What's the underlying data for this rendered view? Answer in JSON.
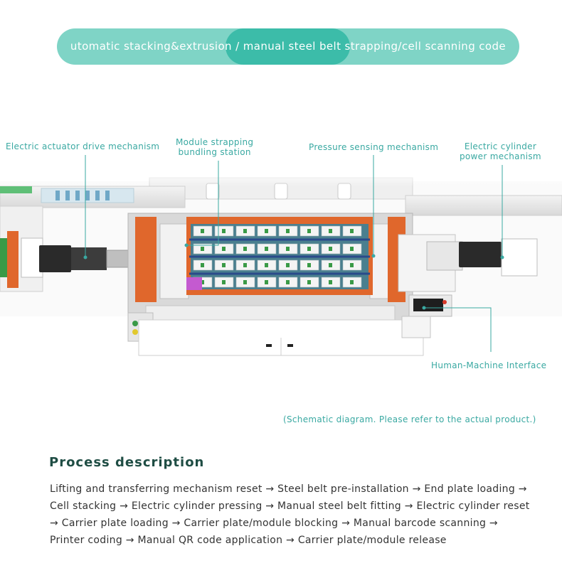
{
  "header": {
    "title": "utomatic stacking&extrusion / manual steel belt strapping/cell scanning code"
  },
  "callouts": [
    {
      "id": "actuator",
      "lines": [
        "Electric actuator drive mechanism"
      ]
    },
    {
      "id": "strapping",
      "lines": [
        "Module strapping",
        "bundling station"
      ]
    },
    {
      "id": "pressure",
      "lines": [
        "Pressure sensing mechanism"
      ]
    },
    {
      "id": "cylinder",
      "lines": [
        "Electric cylinder",
        "power mechanism"
      ]
    },
    {
      "id": "hmi",
      "lines": [
        "Human-Machine Interface"
      ]
    }
  ],
  "note": "(Schematic diagram. Please refer to the actual product.)",
  "process": {
    "heading": "Process description",
    "text": " Lifting and transferring mechanism reset → Steel belt pre-installation → End plate loading → Cell stacking → Electric cylinder pressing → Manual steel belt fitting → Electric cylinder reset → Carrier plate loading → Carrier plate/module blocking → Manual barcode scanning → Printer coding → Manual QR code application → Carrier plate/module release"
  },
  "colors": {
    "accent": "#3aa9a2",
    "pill": "#7fd4c6",
    "pill_highlight": "#3cbca9",
    "heading": "#1f4d44",
    "frame_orange": "#e0672c",
    "cell_green": "#3a9a47"
  }
}
